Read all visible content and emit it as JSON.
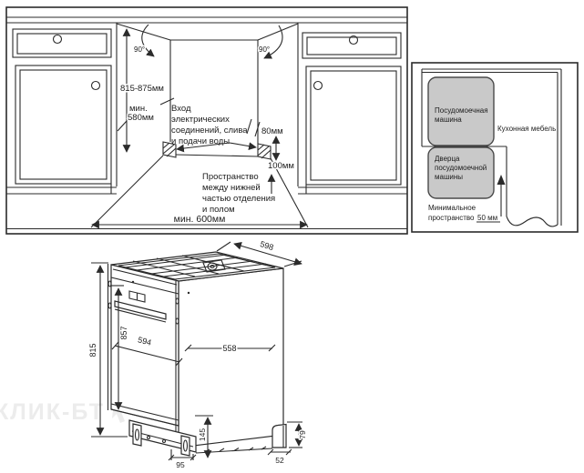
{
  "install": {
    "angle_left": "90°",
    "angle_right": "90°",
    "niche_height": "815-875мм",
    "depth_label": [
      "мин.",
      "580мм"
    ],
    "inlet_note": [
      "Вход",
      "электрических",
      "соединений, слива",
      "и подачи воды"
    ],
    "dim_80": "80мм",
    "dim_100": "100мм",
    "floor_note": [
      "Пространство",
      "между нижней",
      "частью отделения",
      "и полом"
    ],
    "width_min": "мин. 600мм"
  },
  "clearance": {
    "dishwasher": [
      "Посудомоечная",
      "машина"
    ],
    "furniture": "Кухонная мебель",
    "door": [
      "Дверца",
      "посудомоечной",
      "машины"
    ],
    "min_space": [
      "Минимальное",
      "пространство"
    ],
    "min_space_value": "50 мм"
  },
  "dims": {
    "overall_height": "815",
    "door_height": "857",
    "door_width": "594",
    "body_depth": "558",
    "body_width": "598",
    "base_height": "145",
    "base_offset": "95",
    "foot_width": "52",
    "foot_height": "79"
  },
  "watermark": {
    "text": "КЛИК-БТ"
  },
  "colors": {
    "line": "#2b2b2b",
    "text": "#1c1c1c",
    "block_gray": "#c9c9c9",
    "watermark": "#ececec"
  }
}
